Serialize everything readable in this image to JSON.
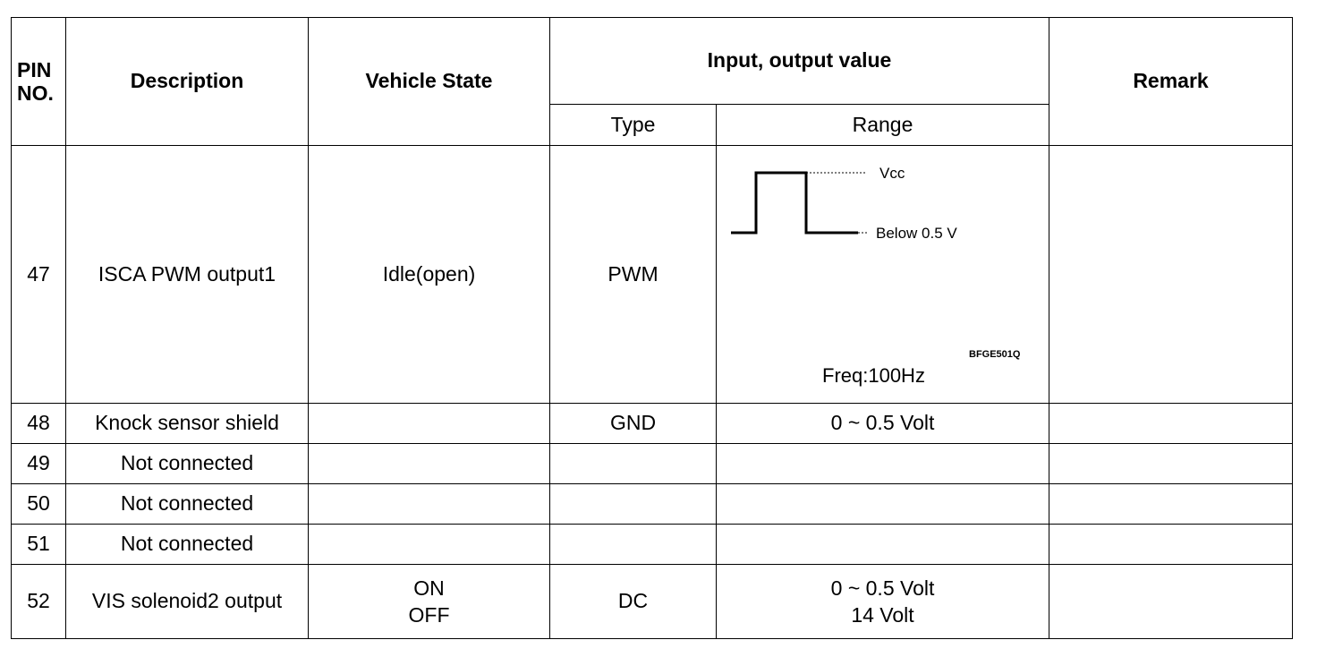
{
  "headers": {
    "pin_no": "PIN NO.",
    "description": "Description",
    "vehicle_state": "Vehicle State",
    "io_value": "Input, output value",
    "type": "Type",
    "range": "Range",
    "remark": "Remark"
  },
  "rows": [
    {
      "pin": "47",
      "description": "ISCA PWM output1",
      "state": "Idle(open)",
      "type": "PWM",
      "range": {
        "vcc_label": "Vcc",
        "low_label": "Below 0.5 V",
        "freq": "Freq:100Hz",
        "code": "BFGE501Q"
      },
      "remark": ""
    },
    {
      "pin": "48",
      "description": "Knock sensor shield",
      "state": "",
      "type": "GND",
      "range": "0 ~ 0.5 Volt",
      "remark": ""
    },
    {
      "pin": "49",
      "description": "Not connected",
      "state": "",
      "type": "",
      "range": "",
      "remark": ""
    },
    {
      "pin": "50",
      "description": "Not connected",
      "state": "",
      "type": "",
      "range": "",
      "remark": ""
    },
    {
      "pin": "51",
      "description": "Not connected",
      "state": "",
      "type": "",
      "range": "",
      "remark": ""
    },
    {
      "pin": "52",
      "description": "VIS solenoid2 output",
      "state": [
        "ON",
        "OFF"
      ],
      "type": "DC",
      "range": [
        "0 ~ 0.5 Volt",
        "14 Volt"
      ],
      "remark": ""
    }
  ]
}
